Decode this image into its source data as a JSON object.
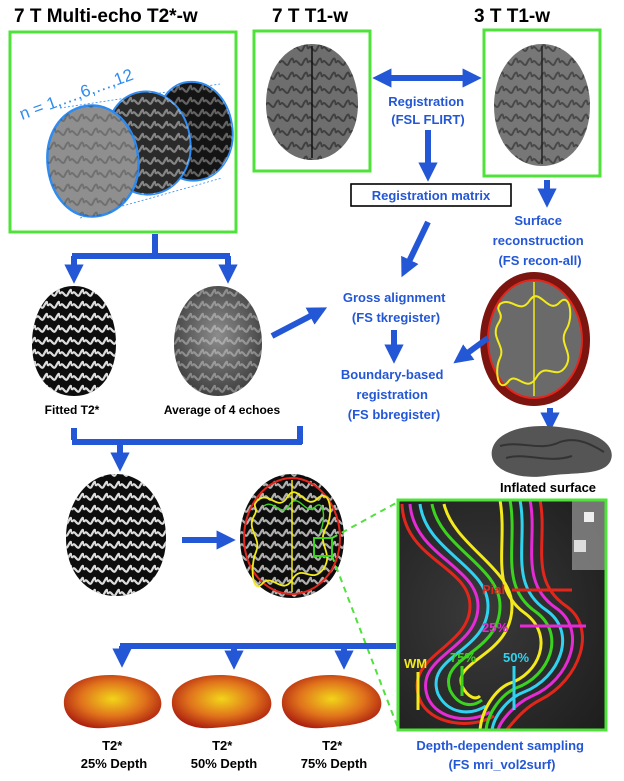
{
  "headers": {
    "multi_echo": "7 T Multi-echo T2*-w",
    "t1_7t": "7 T T1-w",
    "t1_3t": "3 T T1-w"
  },
  "echo_range_label": "n = 1,…,6,…,12",
  "steps": {
    "registration": [
      "Registration",
      "(FSL FLIRT)"
    ],
    "registration_matrix": "Registration matrix",
    "surface_recon": [
      "Surface",
      "reconstruction",
      "(FS recon-all)"
    ],
    "gross_alignment": [
      "Gross alignment",
      "(FS tkregister)"
    ],
    "bbr": [
      "Boundary-based",
      "registration",
      "(FS bbregister)"
    ],
    "depth_sampling": [
      "Depth-dependent sampling",
      "(FS mri_vol2surf)"
    ]
  },
  "image_captions": {
    "fitted": "Fitted T2*",
    "average": "Average of 4 echoes",
    "inflated": "Inflated surface",
    "depth25": [
      "T2*",
      "25% Depth"
    ],
    "depth50": [
      "T2*",
      "50% Depth"
    ],
    "depth75": [
      "T2*",
      "75% Depth"
    ]
  },
  "zoom_labels": {
    "pial": "Pial",
    "p25": "25%",
    "wm": "WM",
    "p75": "75%",
    "p50": "50%"
  },
  "colors": {
    "frame_green": "#4fe23a",
    "arrow_blue": "#2457d6",
    "echo_outline": "#2f8bef",
    "pial_red": "#e3261c",
    "surface_25_magenta": "#e62ad6",
    "surface_50_cyan": "#2fd3f0",
    "surface_75_green": "#3ad41f",
    "wm_yellow": "#f2ea1a"
  }
}
